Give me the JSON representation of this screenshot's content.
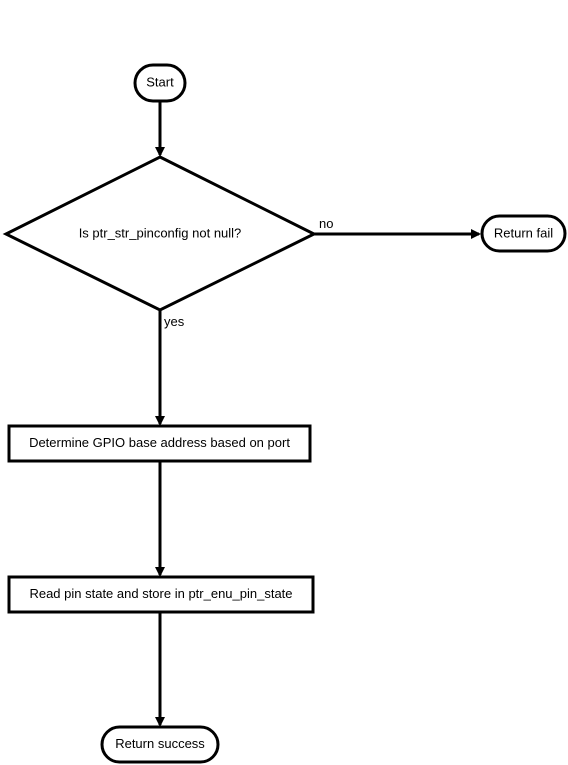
{
  "flowchart": {
    "nodes": {
      "start": {
        "label": "Start",
        "shape": "terminator"
      },
      "decision": {
        "label": "Is ptr_str_pinconfig not null?",
        "shape": "decision"
      },
      "return_fail": {
        "label": "Return fail",
        "shape": "terminator"
      },
      "determine_base": {
        "label": "Determine GPIO base address based on port",
        "shape": "process"
      },
      "read_pin": {
        "label": "Read pin state and store in ptr_enu_pin_state",
        "shape": "process"
      },
      "return_success": {
        "label": "Return success",
        "shape": "terminator"
      }
    },
    "edges": {
      "no_label": "no",
      "yes_label": "yes"
    },
    "colors": {
      "stroke": "#000000",
      "fill": "#ffffff"
    }
  }
}
